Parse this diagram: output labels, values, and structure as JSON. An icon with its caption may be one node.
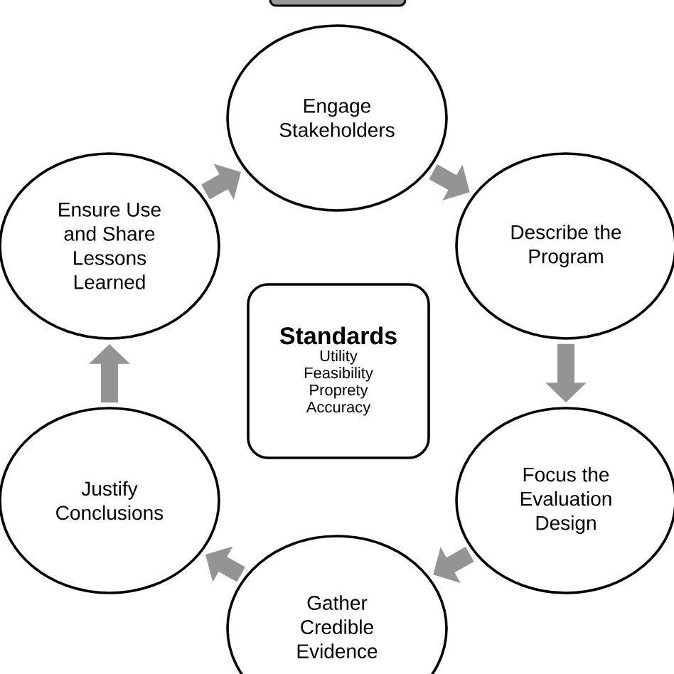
{
  "diagram": {
    "nodes": [
      {
        "text": [
          "Engage Stakeholders"
        ]
      },
      {
        "text": [
          "Describe the Program"
        ]
      },
      {
        "text": [
          "Focus the Evaluation Design"
        ]
      },
      {
        "text": [
          "Gather Credible Evidence"
        ]
      },
      {
        "text": [
          "Justify Conclusions"
        ]
      },
      {
        "text": [
          "Ensure Use and Share Lessons Learned"
        ]
      },
      {
        "text": [
          "Standards",
          "Utility",
          "Feasibility",
          "Proprety",
          "Accuracy"
        ]
      }
    ],
    "edges": [
      {
        "from": 0,
        "to": 1,
        "arrow": "to"
      },
      {
        "from": 1,
        "to": 2,
        "arrow": "to"
      },
      {
        "from": 2,
        "to": 3,
        "arrow": "to"
      },
      {
        "from": 3,
        "to": 4,
        "arrow": "to"
      },
      {
        "from": 4,
        "to": 5,
        "arrow": "to"
      },
      {
        "from": 5,
        "to": 0,
        "arrow": "to"
      }
    ]
  }
}
